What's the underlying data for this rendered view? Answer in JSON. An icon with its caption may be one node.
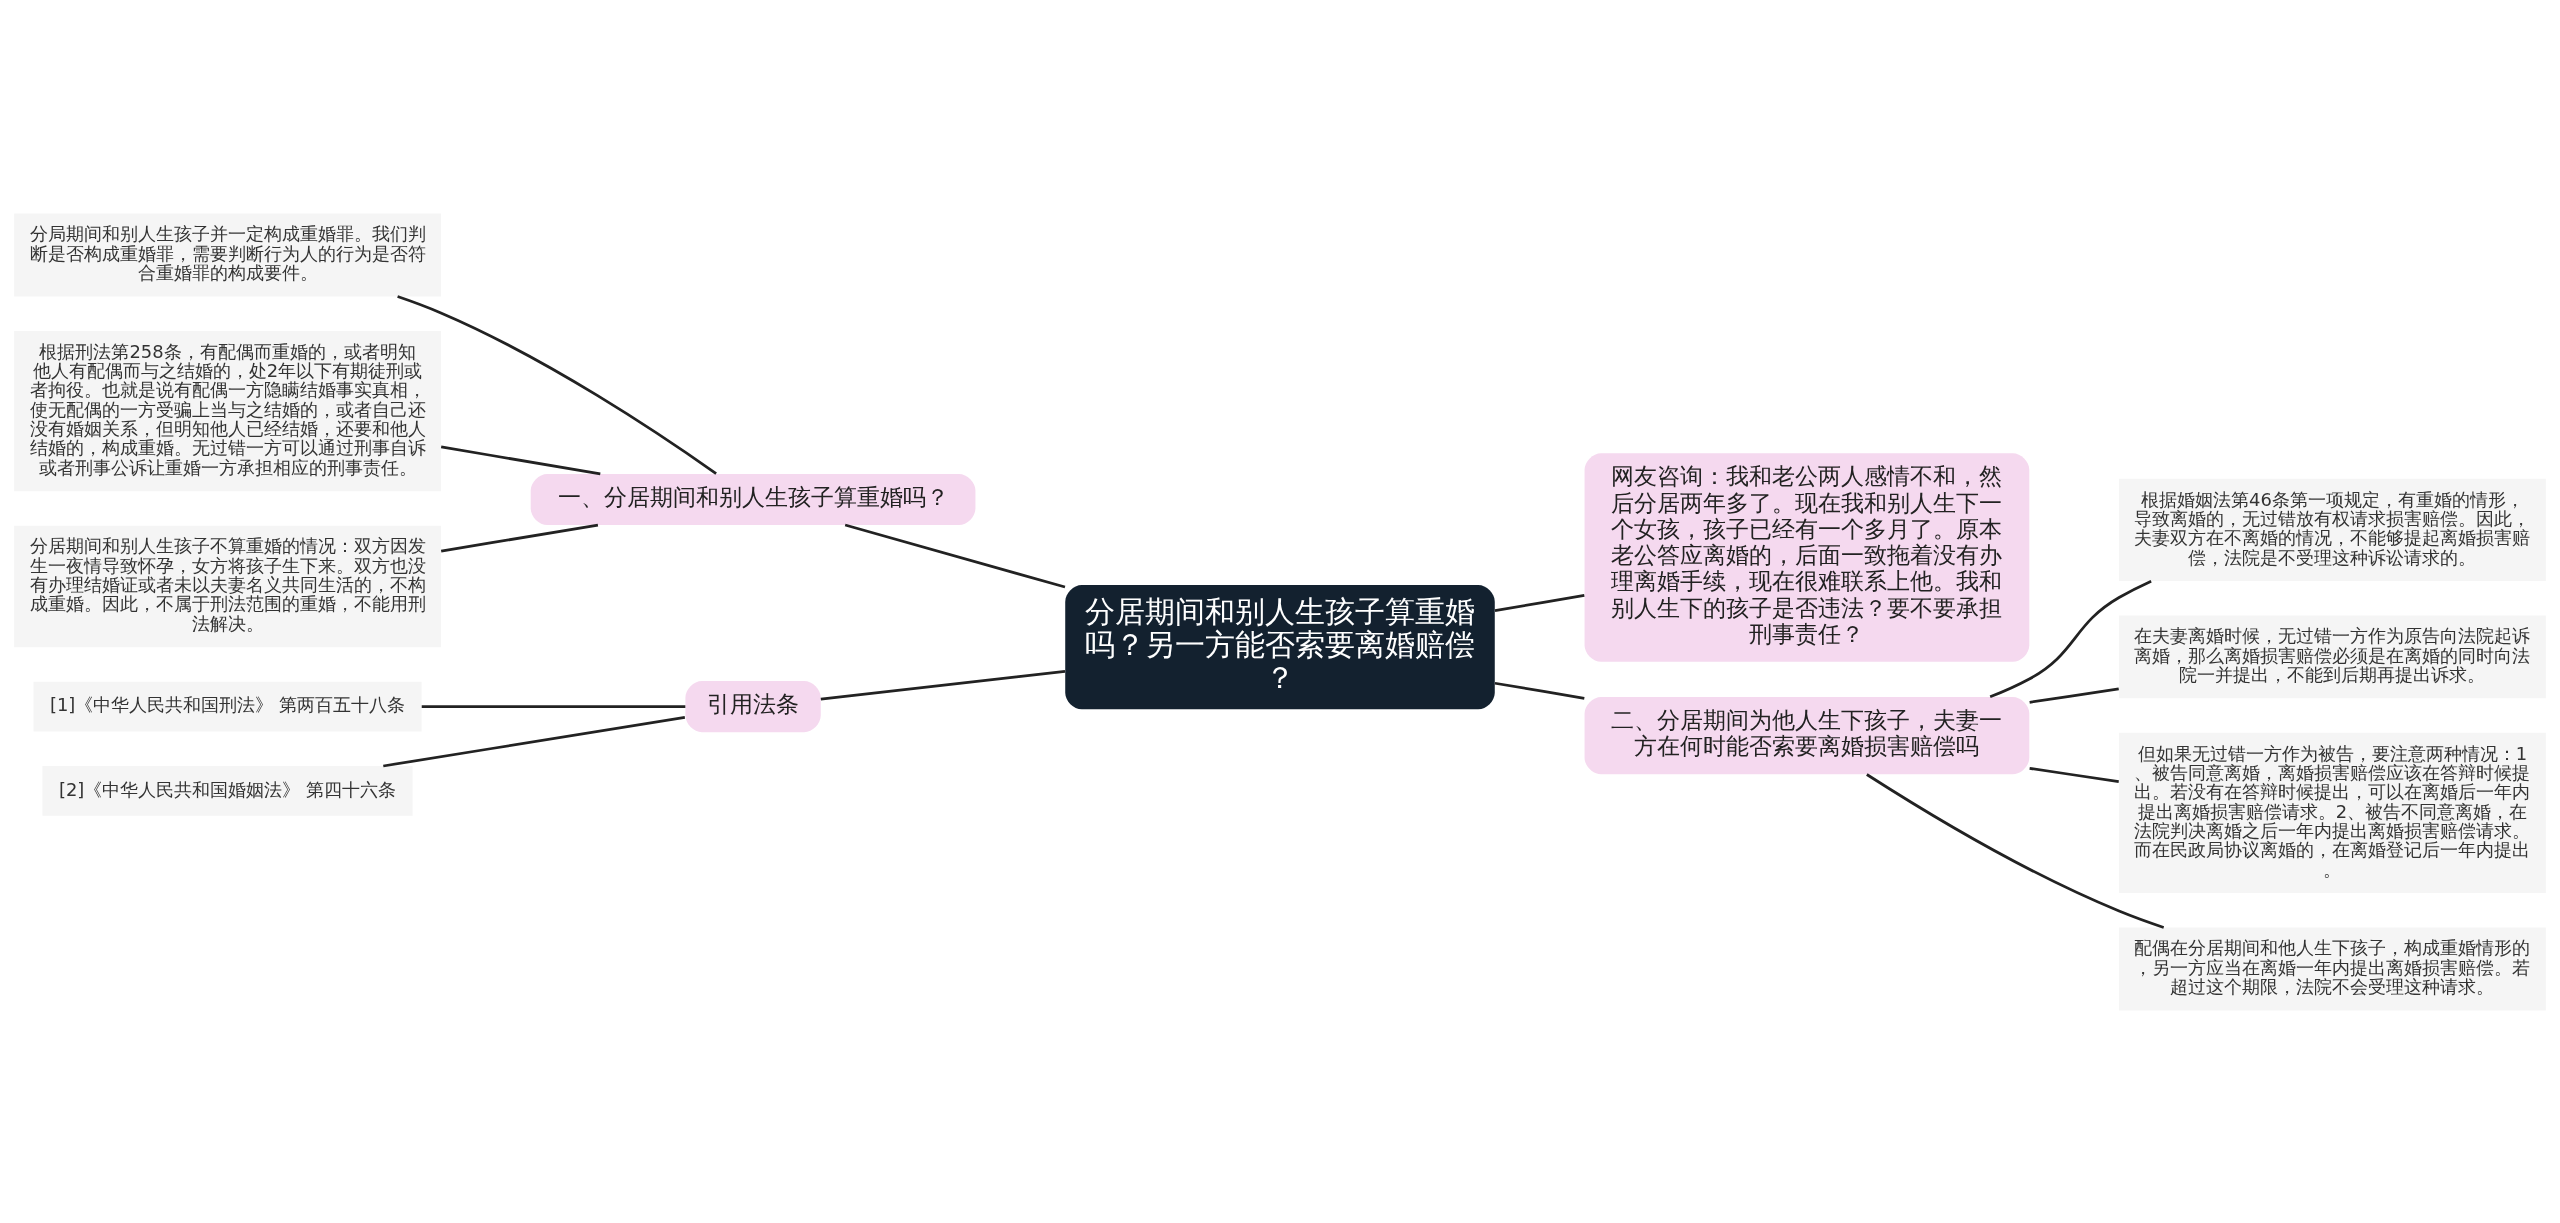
{
  "diagram": {
    "nodes": [
      {
        "text": [
          "分居期间和别人生孩子算重婚吗？另一方能否索要离婚赔偿？"
        ]
      },
      {
        "text": [
          "一、分居期间和别人生孩子算重婚吗？"
        ]
      },
      {
        "text": [
          "分局期间和别人生孩子并一定构成重婚罪。我们判断是否构成重婚罪，需要判断行为人的行为是否符合重婚罪的构成要件。"
        ]
      },
      {
        "text": [
          "根据刑法第258条，有配偶而重婚的，或者明知他人有配偶而与之结婚的，处2年以下有期徒刑或者拘役。也就是说有配偶一方隐瞒结婚事实真相，使无配偶的一方受骗上当与之结婚的，或者自己还没有婚姻关系，但明知他人已经结婚，还要和他人结婚的，构成重婚。无过错一方可以通过刑事自诉或者刑事公诉让重婚一方承担相应的刑事责任。"
        ]
      },
      {
        "text": [
          "分居期间和别人生孩子不算重婚的情况：双方因发生一夜情导致怀孕，女方将孩子生下来。双方也没有办理结婚证或者未以夫妻名义共同生活的，不构成重婚。因此，不属于刑法范围的重婚，不能用刑法解决。"
        ]
      },
      {
        "text": [
          "引用法条"
        ]
      },
      {
        "text": [
          "[1]《中华人民共和国刑法》 第两百五十八条"
        ]
      },
      {
        "text": [
          "[2]《中华人民共和国婚姻法》 第四十六条"
        ]
      },
      {
        "text": [
          "网友咨询：我和老公两人感情不和，然后分居两年多了。现在我和别人生下一个女孩，孩子已经有一个多月了。原本老公答应离婚的，后面一致拖着没有办理离婚手续，现在很难联系上他。我和别人生下的孩子是否违法？要不要承担刑事责任？"
        ]
      },
      {
        "text": [
          "二、分居期间为他人生下孩子，夫妻一方在何时能否索要离婚损害赔偿吗"
        ]
      },
      {
        "text": [
          "根据婚姻法第46条第一项规定，有重婚的情形，导致离婚的，无过错放有权请求损害赔偿。因此，夫妻双方在不离婚的情况，不能够提起离婚损害赔偿，法院是不受理这种诉讼请求的。"
        ]
      },
      {
        "text": [
          "在夫妻离婚时候，无过错一方作为原告向法院起诉离婚，那么离婚损害赔偿必须是在离婚的同时向法院一并提出，不能到后期再提出诉求。"
        ]
      },
      {
        "text": [
          "但如果无过错一方作为被告，要注意两种情况：1、被告同意离婚，离婚损害赔偿应该在答辩时候提出。若没有在答辩时候提出，可以在离婚后一年内提出离婚损害赔偿请求。2、被告不同意离婚，在法院判决离婚之后一年内提出离婚损害赔偿请求。而在民政局协议离婚的，在离婚登记后一年内提出。"
        ]
      },
      {
        "text": [
          "配偶在分居期间和他人生下孩子，构成重婚情形的，另一方应当在离婚一年内提出离婚损害赔偿。若超过这个期限，法院不会受理这种请求。"
        ]
      }
    ],
    "edges": [
      {
        "from": 2,
        "to": 1,
        "arrow": "none"
      },
      {
        "from": 3,
        "to": 1,
        "arrow": "none"
      },
      {
        "from": 4,
        "to": 1,
        "arrow": "none"
      },
      {
        "from": 1,
        "to": 0,
        "arrow": "none"
      },
      {
        "from": 6,
        "to": 5,
        "arrow": "none"
      },
      {
        "from": 7,
        "to": 5,
        "arrow": "none"
      },
      {
        "from": 5,
        "to": 0,
        "arrow": "none"
      },
      {
        "from": 0,
        "to": 8,
        "arrow": "none"
      },
      {
        "from": 0,
        "to": 9,
        "arrow": "none"
      },
      {
        "from": 9,
        "to": 10,
        "arrow": "none"
      },
      {
        "from": 9,
        "to": 11,
        "arrow": "none"
      },
      {
        "from": 9,
        "to": 12,
        "arrow": "none"
      },
      {
        "from": 9,
        "to": 13,
        "arrow": "none"
      }
    ]
  }
}
